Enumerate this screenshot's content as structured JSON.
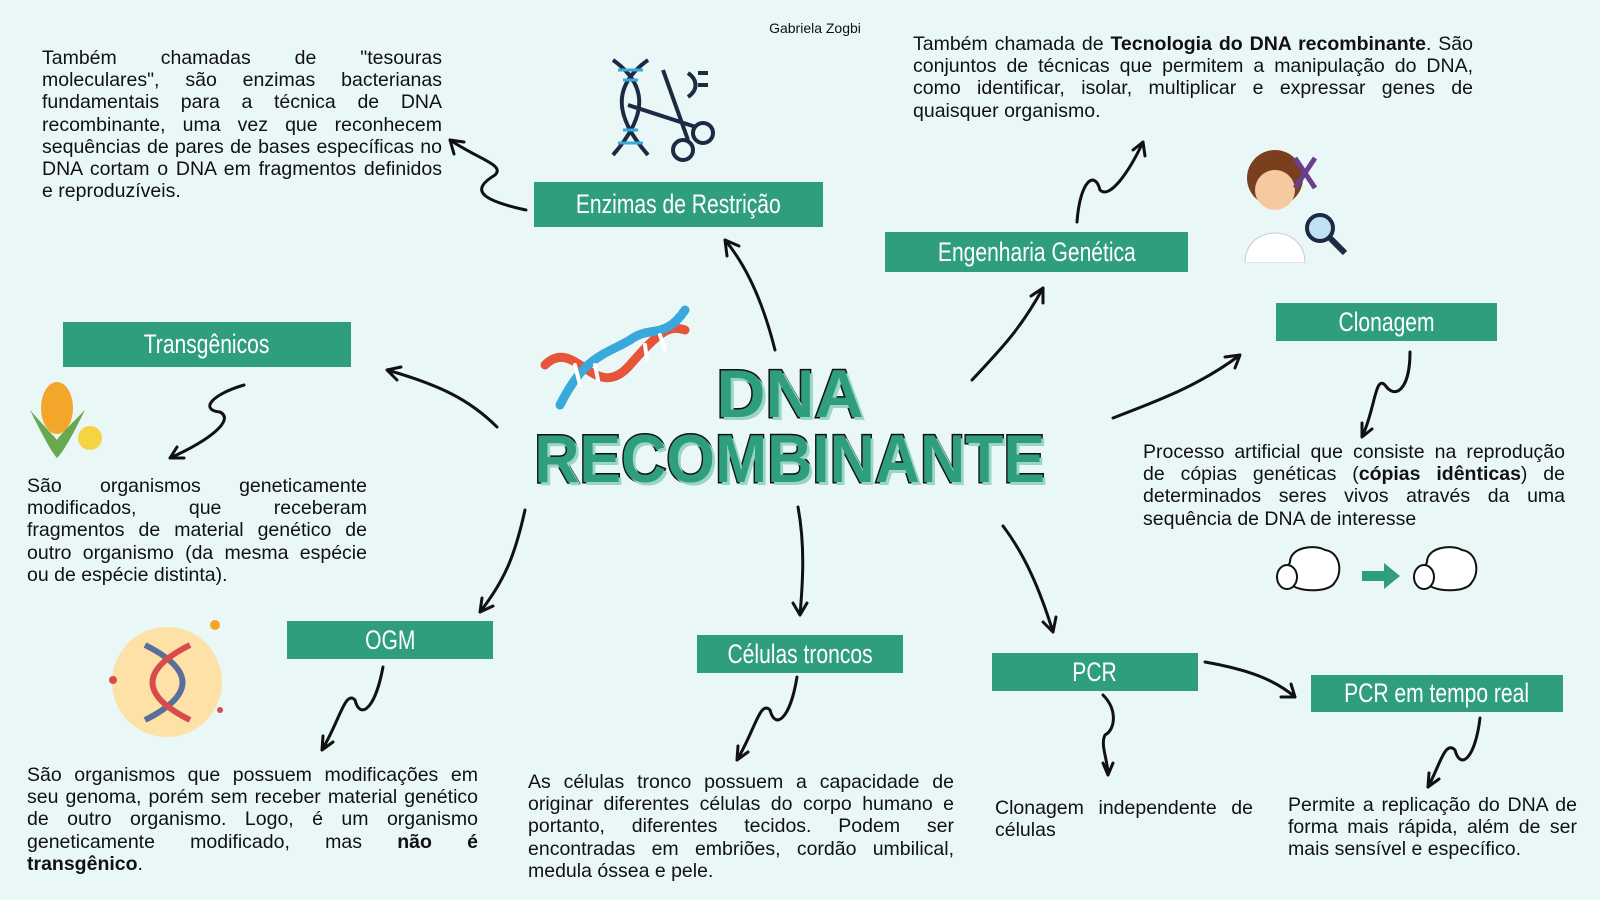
{
  "author": "Gabriela Zogbi",
  "title": {
    "line1": "DNA",
    "line2": "RECOMBINANTE"
  },
  "nodes": {
    "enzimas": {
      "label": "Enzimas de Restrição",
      "text": "Também chamadas de \"tesouras moleculares\", são enzimas bacterianas fundamentais para a técnica de DNA recombinante, uma vez que reconhecem sequências de pares de bases específicas no DNA cortam o DNA em fragmentos definidos e reproduzíveis."
    },
    "engenharia": {
      "label": "Engenharia Genética",
      "text_pre": "Também chamada de ",
      "text_bold": "Tecnologia do DNA recombinante",
      "text_post": ". São conjuntos de técnicas que permitem a manipulação do DNA, como identificar, isolar, multiplicar e expressar genes de quaisquer organismo."
    },
    "clonagem": {
      "label": "Clonagem",
      "text_pre": "Processo artificial que consiste na reprodução de cópias genéticas (",
      "text_bold": "cópias idênticas",
      "text_post": ") de determinados seres vivos através da uma sequência de DNA de interesse"
    },
    "transgenicos": {
      "label": "Transgênicos",
      "text": "São organismos geneticamente modificados, que receberam fragmentos de material genético de outro organismo (da mesma espécie ou de espécie distinta)."
    },
    "ogm": {
      "label": "OGM",
      "text_pre": "São organismos que possuem modificações em seu genoma, porém sem receber material genético de outro organismo. Logo, é um organismo geneticamente modificado, mas ",
      "text_bold": "não é transgênico",
      "text_post": "."
    },
    "celulas": {
      "label": "Células troncos",
      "text": "As células tronco possuem a capacidade de originar diferentes células do corpo humano e portanto, diferentes tecidos. Podem ser encontradas em embriões, cordão umbilical, medula óssea e pele."
    },
    "pcr": {
      "label": "PCR",
      "text": "Clonagem independente de células"
    },
    "pcr_real": {
      "label": "PCR em tempo real",
      "text": "Permite a replicação do DNA de forma mais rápida, além de ser mais sensível e específico."
    }
  },
  "colors": {
    "background": "#e9f7f7",
    "accent": "#2f9e7e",
    "text": "#111111"
  }
}
